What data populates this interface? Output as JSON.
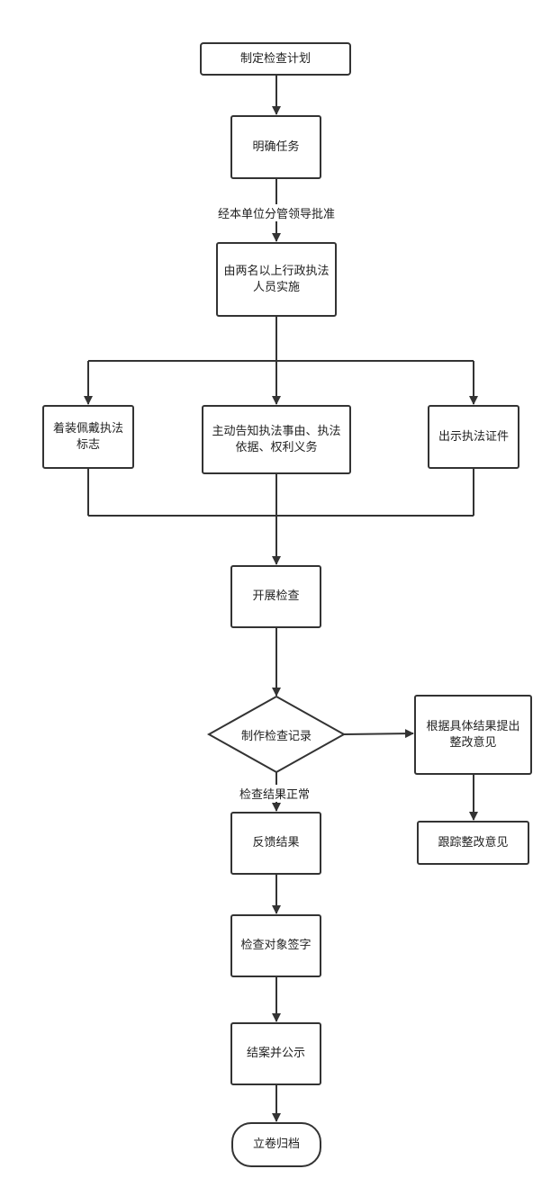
{
  "nodes": {
    "plan": "制定检查计划",
    "task": "明确任务",
    "staff": "由两名以上行政执法人员实施",
    "badge": "着装佩戴执法标志",
    "inform": "主动告知执法事由、执法依据、权利义务",
    "cert": "出示执法证件",
    "inspect": "开展检查",
    "record": "制作检查记录",
    "rectify_opinion": "根据具体结果提出整改意见",
    "follow_up": "跟踪整改意见",
    "feedback": "反馈结果",
    "sign": "检查对象签字",
    "close": "结案并公示",
    "archive": "立卷归档"
  },
  "edge_labels": {
    "approval": "经本单位分管领导批准",
    "normal": "检查结果正常"
  }
}
